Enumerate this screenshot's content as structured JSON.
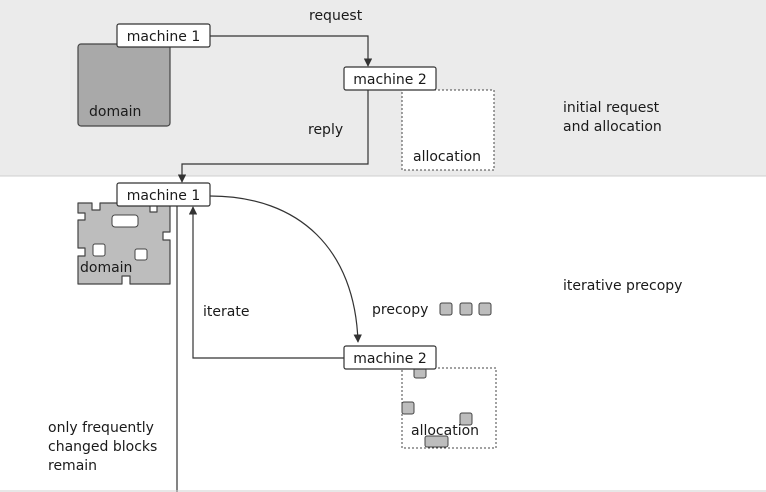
{
  "phase_top": {
    "caption_line1": "initial request",
    "caption_line2": "and allocation",
    "machine_a": "machine 1",
    "machine_b": "machine 2",
    "domain_label": "domain",
    "allocation_label": "allocation",
    "request_label": "request",
    "reply_label": "reply",
    "background_color": "#ebebeb"
  },
  "phase_bottom": {
    "caption": "iterative precopy",
    "machine_a": "machine 1",
    "machine_b": "machine 2",
    "domain_label": "domain",
    "allocation_label": "allocation",
    "iterate_label": "iterate",
    "precopy_label": "precopy",
    "note_line1": "only frequently",
    "note_line2": "changed blocks",
    "note_line3": "remain"
  },
  "colors": {
    "block_fill": "#bdbdbd",
    "domain_fill": "#a9a9a9",
    "stroke": "#333333"
  }
}
